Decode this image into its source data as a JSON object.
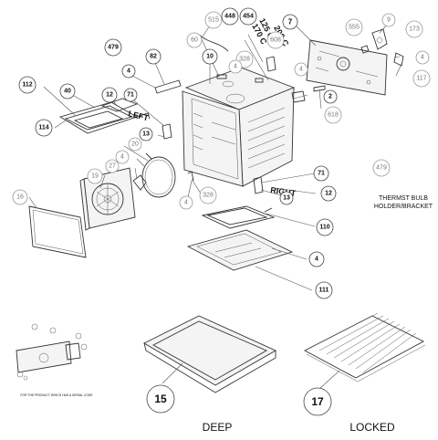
{
  "callouts": {
    "c515": "515",
    "c448": "448",
    "c454": "454",
    "c7": "7",
    "c555": "555",
    "c9": "9",
    "c173": "173",
    "c60": "60",
    "c328a": "328",
    "c608": "608",
    "c4a": "4",
    "c4b": "4",
    "c117": "117",
    "c479": "479",
    "c82": "82",
    "c10": "10",
    "c4c": "4",
    "c4d": "4",
    "c112": "112",
    "c40": "40",
    "c12a": "12",
    "c71a": "71",
    "c618": "618",
    "c2": "2",
    "c114": "114",
    "c13a": "13",
    "c20": "20",
    "c4e": "4",
    "c27": "27",
    "c19": "19",
    "c71b": "71",
    "c479b": "479",
    "c16": "16",
    "c4f": "4",
    "c328b": "328",
    "c13b": "13",
    "c12b": "12",
    "c110": "110",
    "c4g": "4",
    "c111": "111",
    "c15": "15",
    "c17": "17"
  },
  "labels": {
    "t125": "125 C",
    "t170": "170 C",
    "t200": "200 C",
    "left": "LEFT",
    "right": "RIGHT",
    "thermo1": "THERMST BULB",
    "thermo2": "HOLDER/BRACKET",
    "inset_note": "FOR THE PRODUCT WHICH HAS A SERIAL CODE",
    "deep": "DEEP",
    "locked": "LOCKED"
  }
}
